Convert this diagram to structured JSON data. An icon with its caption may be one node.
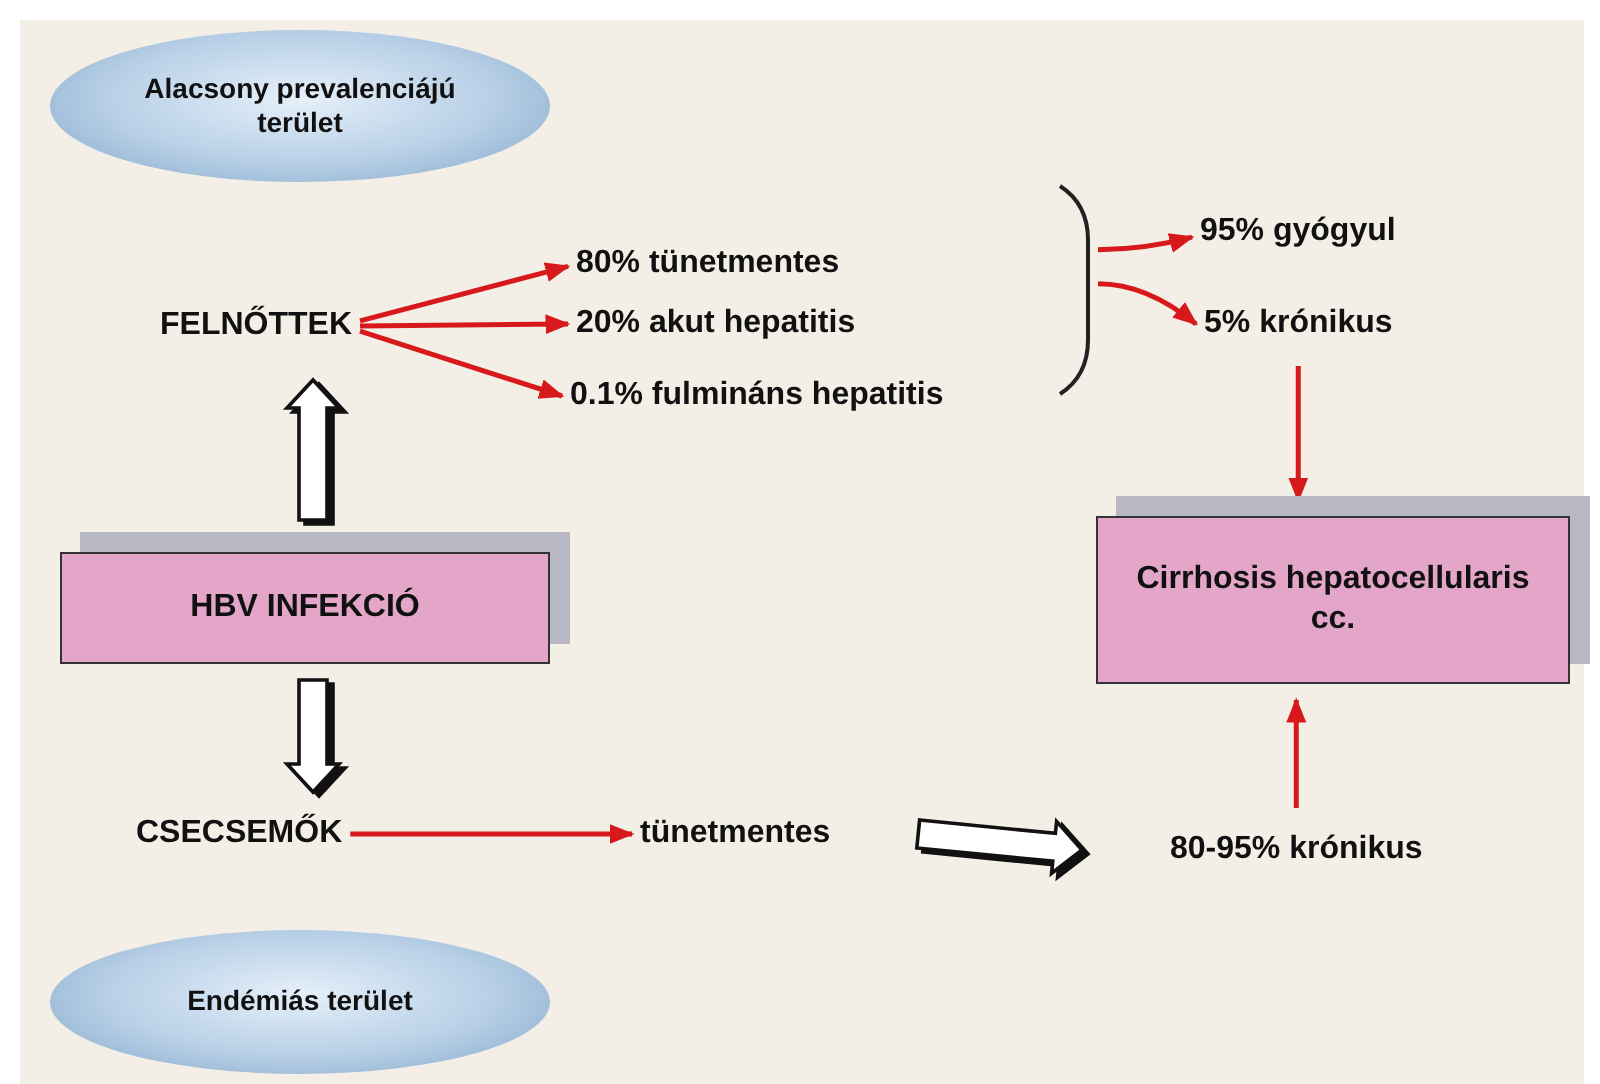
{
  "diagram": {
    "nodes": [
      {
        "text": [
          "Alacsony prevalenciájú terület"
        ]
      },
      {
        "text": [
          "FELNŐTTEK"
        ]
      },
      {
        "text": [
          "80% tünetmentes"
        ]
      },
      {
        "text": [
          "20% akut hepatitis"
        ]
      },
      {
        "text": [
          "0.1% fulmináns hepatitis"
        ]
      },
      {
        "text": [
          "95% gyógyul"
        ]
      },
      {
        "text": [
          "5% krónikus"
        ]
      },
      {
        "text": [
          "HBV INFEKCIÓ"
        ]
      },
      {
        "text": [
          "CSECSEMŐK"
        ]
      },
      {
        "text": [
          "tünetmentes"
        ]
      },
      {
        "text": [
          "80-95% krónikus"
        ]
      },
      {
        "text": [
          "Cirrhosis hepatocellularis cc."
        ]
      },
      {
        "text": [
          "Endémiás terület"
        ]
      },
      {
        "text": [],
        "shape": "bracket"
      }
    ],
    "edges": [
      {
        "from": 1,
        "to": 2,
        "arrow": "to"
      },
      {
        "from": 1,
        "to": 3,
        "arrow": "to"
      },
      {
        "from": 1,
        "to": 4,
        "arrow": "to"
      },
      {
        "from": 13,
        "to": 5,
        "arrow": "to"
      },
      {
        "from": 13,
        "to": 6,
        "arrow": "to"
      },
      {
        "from": 6,
        "to": 11,
        "arrow": "to"
      },
      {
        "from": 7,
        "to": 1,
        "arrow": "to",
        "style": "thick",
        "color": "#ffffff"
      },
      {
        "from": 7,
        "to": 8,
        "arrow": "to",
        "style": "thick",
        "color": "#ffffff"
      },
      {
        "from": 8,
        "to": 9,
        "arrow": "to"
      },
      {
        "from": 9,
        "to": 10,
        "arrow": "to",
        "style": "thick",
        "color": "#ffffff"
      },
      {
        "from": 10,
        "to": 11,
        "arrow": "to"
      }
    ]
  }
}
